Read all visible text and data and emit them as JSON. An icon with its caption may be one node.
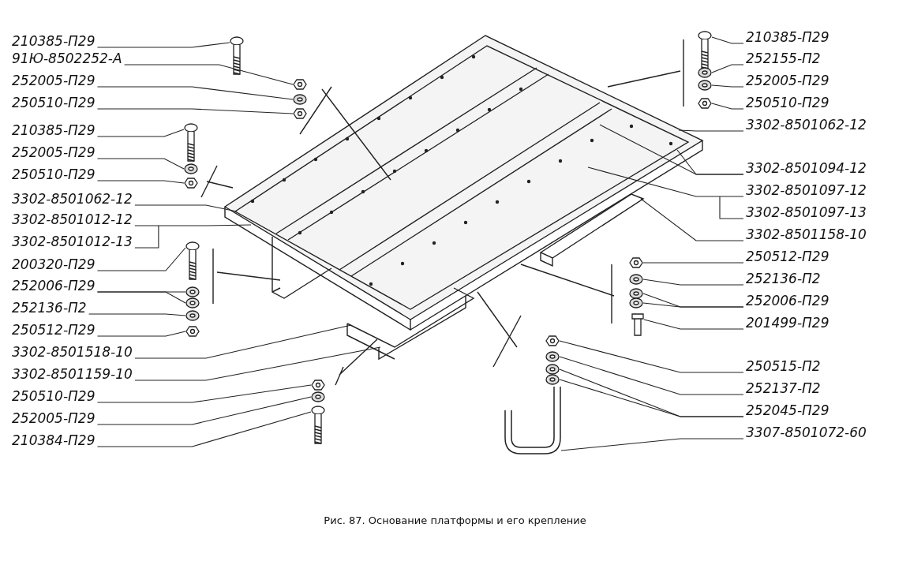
{
  "diagram": {
    "caption": "Рис. 87. Основание платформы и его крепление",
    "nodes": [
      {
        "text": [
          "210385-П29"
        ]
      },
      {
        "text": [
          "91Ю-8502252-А"
        ]
      },
      {
        "text": [
          "252005-П29"
        ]
      },
      {
        "text": [
          "250510-П29"
        ]
      },
      {
        "text": [
          "210385-П29"
        ]
      },
      {
        "text": [
          "252005-П29"
        ]
      },
      {
        "text": [
          "250510-П29"
        ]
      },
      {
        "text": [
          "3302-8501062-12"
        ]
      },
      {
        "text": [
          "3302-8501012-12"
        ]
      },
      {
        "text": [
          "3302-8501012-13"
        ]
      },
      {
        "text": [
          "200320-П29"
        ]
      },
      {
        "text": [
          "252006-П29"
        ]
      },
      {
        "text": [
          "252136-П2"
        ]
      },
      {
        "text": [
          "250512-П29"
        ]
      },
      {
        "text": [
          "3302-8501518-10"
        ]
      },
      {
        "text": [
          "3302-8501159-10"
        ]
      },
      {
        "text": [
          "250510-П29"
        ]
      },
      {
        "text": [
          "252005-П29"
        ]
      },
      {
        "text": [
          "210384-П29"
        ]
      },
      {
        "text": [
          "210385-П29"
        ]
      },
      {
        "text": [
          "252155-П2"
        ]
      },
      {
        "text": [
          "252005-П29"
        ]
      },
      {
        "text": [
          "250510-П29"
        ]
      },
      {
        "text": [
          "3302-8501062-12"
        ]
      },
      {
        "text": [
          "3302-8501094-12"
        ]
      },
      {
        "text": [
          "3302-8501097-12"
        ]
      },
      {
        "text": [
          "3302-8501097-13"
        ]
      },
      {
        "text": [
          "3302-8501158-10"
        ]
      },
      {
        "text": [
          "250512-П29"
        ]
      },
      {
        "text": [
          "252136-П2"
        ]
      },
      {
        "text": [
          "252006-П29"
        ]
      },
      {
        "text": [
          "201499-П29"
        ]
      },
      {
        "text": [
          "250515-П2"
        ]
      },
      {
        "text": [
          "252137-П2"
        ]
      },
      {
        "text": [
          "252045-П29"
        ]
      },
      {
        "text": [
          "3307-8501072-60"
        ]
      },
      {
        "text": [],
        "shape": "picture"
      },
      {
        "text": [],
        "shape": "picture"
      },
      {
        "text": [],
        "shape": "picture"
      },
      {
        "text": [],
        "shape": "picture"
      },
      {
        "text": [],
        "shape": "picture"
      },
      {
        "text": [],
        "shape": "picture"
      },
      {
        "text": [],
        "shape": "picture"
      },
      {
        "text": [],
        "shape": "picture"
      },
      {
        "text": [],
        "shape": "picture"
      },
      {
        "text": [],
        "shape": "picture"
      },
      {
        "text": [],
        "shape": "picture"
      },
      {
        "text": [],
        "shape": "picture"
      },
      {
        "text": [],
        "shape": "picture"
      },
      {
        "text": [],
        "shape": "picture"
      },
      {
        "text": [],
        "shape": "picture"
      },
      {
        "text": [],
        "shape": "picture"
      },
      {
        "text": [],
        "shape": "picture"
      },
      {
        "text": [],
        "shape": "picture"
      },
      {
        "text": [],
        "shape": "picture"
      },
      {
        "text": [],
        "shape": "picture"
      },
      {
        "text": [],
        "shape": "picture"
      },
      {
        "text": [],
        "shape": "picture"
      },
      {
        "text": [],
        "shape": "picture"
      },
      {
        "text": [],
        "shape": "picture"
      },
      {
        "text": [],
        "shape": "picture"
      },
      {
        "text": [],
        "shape": "picture"
      },
      {
        "text": [],
        "shape": "picture"
      },
      {
        "text": [],
        "shape": "picture"
      },
      {
        "text": [],
        "shape": "picture"
      }
    ],
    "edges": [
      {
        "from": 0,
        "to": 36,
        "arrow": "none"
      },
      {
        "from": 1,
        "to": 37,
        "arrow": "none"
      },
      {
        "from": 2,
        "to": 38,
        "arrow": "none"
      },
      {
        "from": 3,
        "to": 39,
        "arrow": "none"
      },
      {
        "from": 4,
        "to": 40,
        "arrow": "none"
      },
      {
        "from": 5,
        "to": 41,
        "arrow": "none"
      },
      {
        "from": 6,
        "to": 42,
        "arrow": "none"
      },
      {
        "from": 7,
        "to": null,
        "arrow": "none"
      },
      {
        "from": 8,
        "to": null,
        "arrow": "none"
      },
      {
        "from": 9,
        "to": null,
        "arrow": "none"
      },
      {
        "from": 10,
        "to": 43,
        "arrow": "none"
      },
      {
        "from": 11,
        "to": 44,
        "arrow": "none"
      },
      {
        "from": 11,
        "to": 45,
        "arrow": "none"
      },
      {
        "from": 12,
        "to": 46,
        "arrow": "none"
      },
      {
        "from": 13,
        "to": 47,
        "arrow": "none"
      },
      {
        "from": 14,
        "to": null,
        "arrow": "none"
      },
      {
        "from": 15,
        "to": null,
        "arrow": "none"
      },
      {
        "from": 16,
        "to": 48,
        "arrow": "none"
      },
      {
        "from": 17,
        "to": 49,
        "arrow": "none"
      },
      {
        "from": 18,
        "to": 50,
        "arrow": "none"
      },
      {
        "from": 19,
        "to": 51,
        "arrow": "none"
      },
      {
        "from": 20,
        "to": 52,
        "arrow": "none"
      },
      {
        "from": 21,
        "to": 53,
        "arrow": "none"
      },
      {
        "from": 22,
        "to": 54,
        "arrow": "none"
      },
      {
        "from": 23,
        "to": null,
        "arrow": "none"
      },
      {
        "from": 24,
        "to": null,
        "arrow": "none"
      },
      {
        "from": 24,
        "to": null,
        "arrow": "none"
      },
      {
        "from": 25,
        "to": null,
        "arrow": "none"
      },
      {
        "from": 26,
        "to": null,
        "arrow": "none"
      },
      {
        "from": 27,
        "to": null,
        "arrow": "none"
      },
      {
        "from": 28,
        "to": 55,
        "arrow": "none"
      },
      {
        "from": 29,
        "to": 56,
        "arrow": "none"
      },
      {
        "from": 30,
        "to": 57,
        "arrow": "none"
      },
      {
        "from": 30,
        "to": 58,
        "arrow": "none"
      },
      {
        "from": 31,
        "to": 59,
        "arrow": "none"
      },
      {
        "from": 32,
        "to": 60,
        "arrow": "none"
      },
      {
        "from": 33,
        "to": 61,
        "arrow": "none"
      },
      {
        "from": 34,
        "to": 62,
        "arrow": "none"
      },
      {
        "from": 34,
        "to": 63,
        "arrow": "none"
      },
      {
        "from": 35,
        "to": 64,
        "arrow": "none"
      }
    ]
  }
}
